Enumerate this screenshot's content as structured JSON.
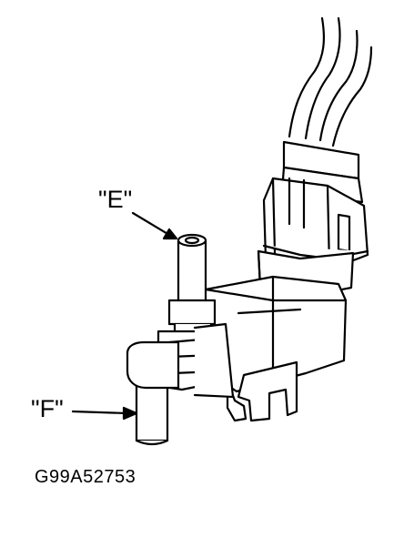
{
  "labels": {
    "port_e": "\"E\"",
    "port_f": "\"F\"",
    "figure_code": "G99A52753"
  }
}
